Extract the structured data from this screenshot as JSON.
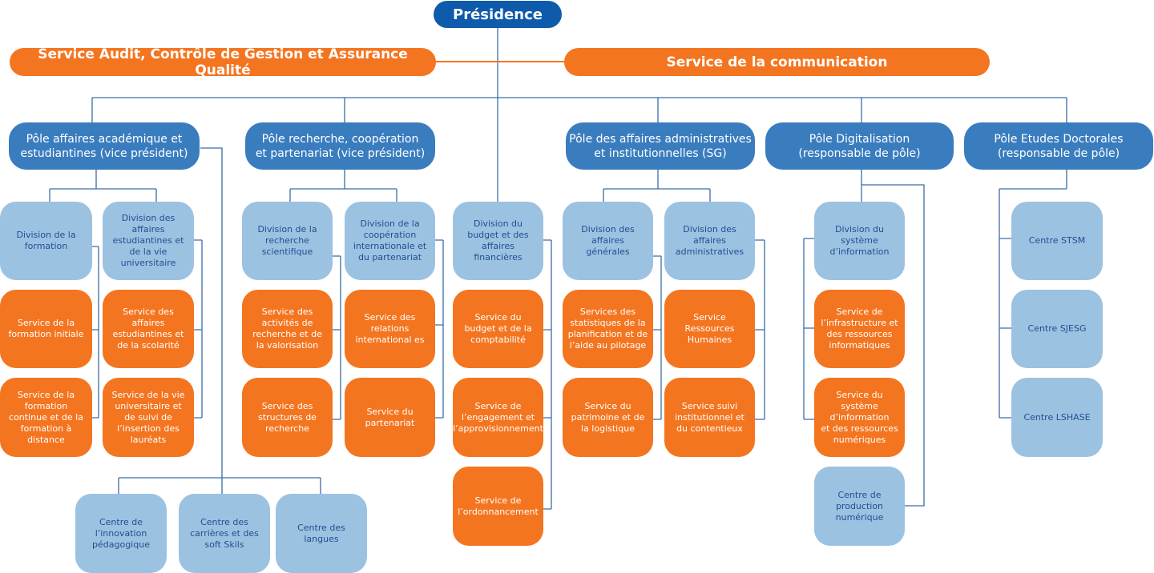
{
  "colors": {
    "dark_blue": "#0f5bab",
    "mid_blue": "#3a7dbf",
    "light_blue": "#9cc2e2",
    "orange": "#f47520",
    "line": "#3a6ea8"
  },
  "presidence": "Présidence",
  "staff": {
    "audit": "Service Audit, Contrôle de Gestion et Assurance Qualité",
    "communication": "Service de la communication"
  },
  "poles": {
    "academique": "Pôle affaires académique et\nestudiantines (vice président)",
    "recherche": "Pôle recherche, coopération\net partenariat (vice président)",
    "administratif": "Pôle des affaires administratives\net institutionnelles (SG)",
    "digitalisation": "Pôle Digitalisation\n(responsable de pôle)",
    "doctorales": "Pôle Etudes Doctorales\n(responsable de pôle)"
  },
  "academique": {
    "div_formation": "Division de la\nformation",
    "div_affaires": "Division des\naffaires\nestudiantines et\nde la vie\nuniversitaire",
    "svc_initiale": "Service de la\nformation initiale",
    "svc_scolarite": "Service des\naffaires\nestudiantines et\nde la scolarité",
    "svc_continue": "Service de la\nformation\ncontinue et de la\nformation à\ndistance",
    "svc_vie": "Service de la vie\nuniversitaire et\nde suivi de\nl’insertion des\nlauréats",
    "ctr_innovation": "Centre de\nl’innovation\npédagogique",
    "ctr_carrieres": "Centre des\ncarrières et des\nsoft Skils",
    "ctr_langues": "Centre des\nlangues"
  },
  "recherche": {
    "div_scientifique": "Division de la\nrecherche\nscientifique",
    "div_cooperation": "Division de la\ncoopération\ninternationale et\ndu partenariat",
    "svc_activites": "Service des\nactivités de\nrecherche et de\nla valorisation",
    "svc_relations": "Service des\nrelations\ninternational es",
    "svc_structures": "Service des\nstructures de\nrecherche",
    "svc_partenariat": "Service du\npartenariat"
  },
  "budget": {
    "div_budget": "Division du\nbudget et des\naffaires\nfinancières",
    "svc_comptabilite": "Service du\nbudget et de la\ncomptabilité",
    "svc_engagement": "Service de\nl’engagement et\nl’approvisionnement",
    "svc_ordonnancement": "Service de\nl’ordonnancement"
  },
  "administratif": {
    "div_generales": "Division des\naffaires\ngénérales",
    "div_administratives": "Division des\naffaires\nadministratives",
    "svc_statistiques": "Services des\nstatistiques de la\nplanification et de\nl’aide au pilotage",
    "svc_rh": "Service\nRessources\nHumaines",
    "svc_patrimoine": "Service du\npatrimoine et de\nla logistique",
    "svc_suivi": "Service suivi\ninstitutionnel et\ndu contentieux"
  },
  "digitalisation": {
    "div_systeme": "Division du\nsystème\nd’information",
    "svc_infrastructure": "Service de\nl’infrastructure et\ndes ressources\ninformatiques",
    "svc_systeme": "Service du\nsystème\nd’information\net des ressources\nnumériques",
    "ctr_production": "Centre de\nproduction\nnumérique"
  },
  "doctorales": {
    "ctr_stsm": "Centre STSM",
    "ctr_sjesg": "Centre SJESG",
    "ctr_lshase": "Centre LSHASE"
  }
}
